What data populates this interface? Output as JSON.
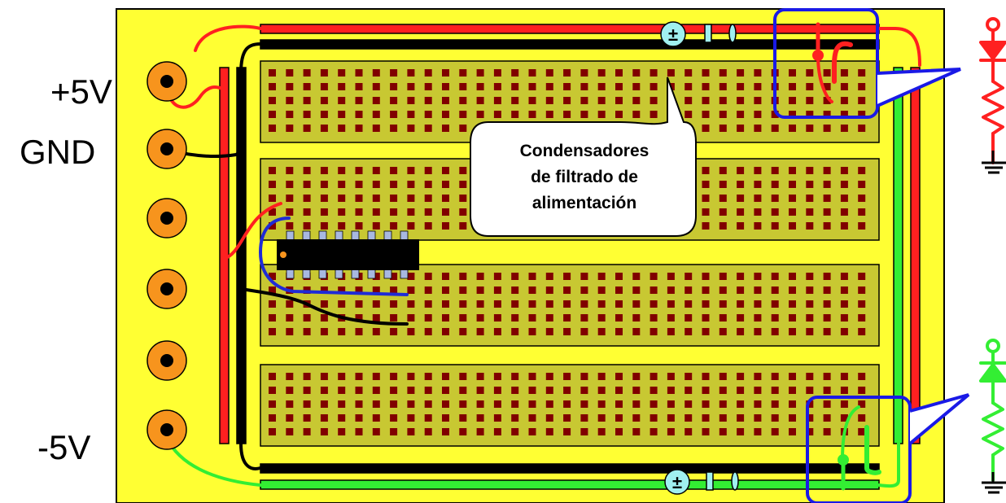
{
  "terminals": {
    "plus5": "+5V",
    "gnd": "GND",
    "minus5": "-5V"
  },
  "callout": {
    "line1": "Condensadores",
    "line2": "de filtrado de",
    "line3": "alimentación"
  },
  "capacitor_symbol": "±",
  "colors": {
    "board": "#FFFF33",
    "strip_area": "#C8C832",
    "hole": "#800000",
    "terminal": "#F7941D",
    "wire_red": "#FF2020",
    "wire_black": "#000000",
    "wire_blue": "#1F2BD6",
    "wire_green": "#33EE33",
    "capacitor": "#A0F0F0",
    "highlight_box": "#1A1AE6"
  }
}
